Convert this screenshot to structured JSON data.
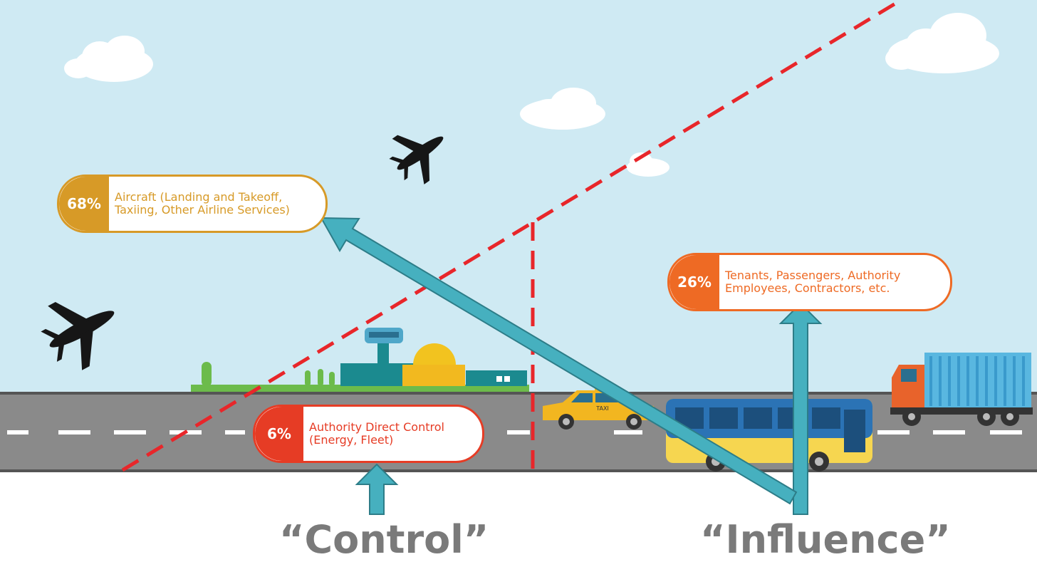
{
  "callouts": {
    "aircraft": {
      "percent": "68%",
      "text": "Aircraft (Landing and Takeoff,\nTaxiing, Other Airline Services)",
      "color": "#d79a27"
    },
    "tenants": {
      "percent": "26%",
      "text": "Tenants, Passengers, Authority\nEmployees, Contractors, etc.",
      "color": "#ee6a24"
    },
    "authority": {
      "percent": "6%",
      "text": "Authority Direct Control\n(Energy, Fleet)",
      "color": "#e63c25"
    }
  },
  "labels": {
    "control": "“Control”",
    "influence": "“Influence”"
  },
  "vehicles": {
    "taxi_sign": "TAXI"
  },
  "colors": {
    "sky": "#cfeaf3",
    "road": "#8a8a8a",
    "boundary_line": "#e8262a",
    "arrow_fill": "#46b0bf",
    "arrow_stroke": "#2d7d88"
  }
}
